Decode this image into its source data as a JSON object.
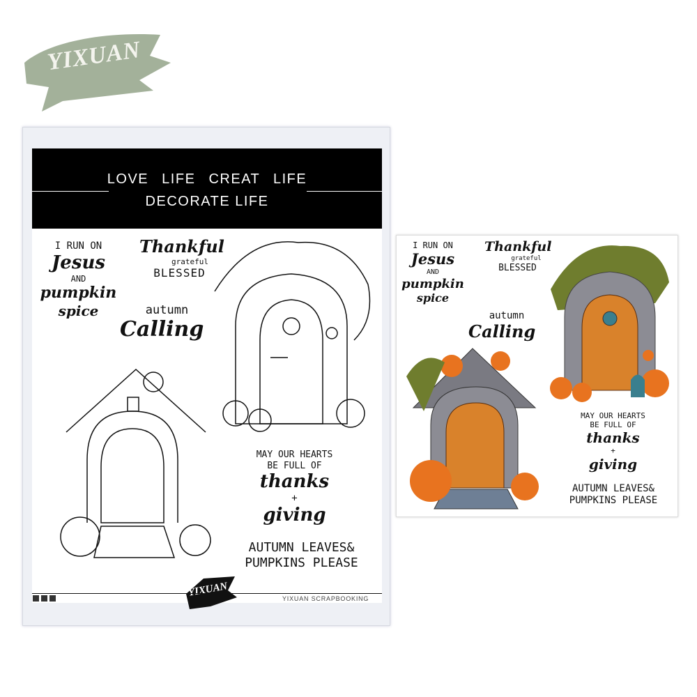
{
  "brand_logo": {
    "text": "YIXUAN",
    "color": "#a3b19a"
  },
  "package": {
    "banner": {
      "line1": "LOVE LIFE   CREAT LIFE",
      "line2": "DECORATE LIFE"
    },
    "stamps": {
      "jesus": [
        "I RUN ON",
        "Jesus",
        "AND",
        "pumpkin",
        "spice"
      ],
      "thankful": [
        "Thankful",
        "grateful",
        "BLESSED"
      ],
      "autumn": [
        "autumn",
        "Calling"
      ],
      "hearts": [
        "MAY OUR HEARTS",
        "BE FULL OF",
        "thanks",
        "+",
        "giving"
      ],
      "leaves": [
        "AUTUMN LEAVES&",
        "PUMPKINS PLEASE"
      ]
    },
    "footer": {
      "logo": "YIXUAN",
      "text": "YIXUAN SCRAPBOOKING"
    }
  },
  "card": {
    "stamps": {
      "jesus": [
        "I RUN ON",
        "Jesus",
        "AND",
        "pumpkin",
        "spice"
      ],
      "thankful": [
        "Thankful",
        "grateful",
        "BLESSED"
      ],
      "autumn": [
        "autumn",
        "Calling"
      ],
      "hearts": [
        "MAY OUR HEARTS",
        "BE FULL OF",
        "thanks",
        "+",
        "giving"
      ],
      "leaves": [
        "AUTUMN LEAVES&",
        "PUMPKINS PLEASE"
      ]
    },
    "colors": {
      "door": "#d9822b",
      "pumpkin": "#e8731f",
      "stone": "#8c8c94",
      "leaf": "#6f7d2e"
    }
  }
}
